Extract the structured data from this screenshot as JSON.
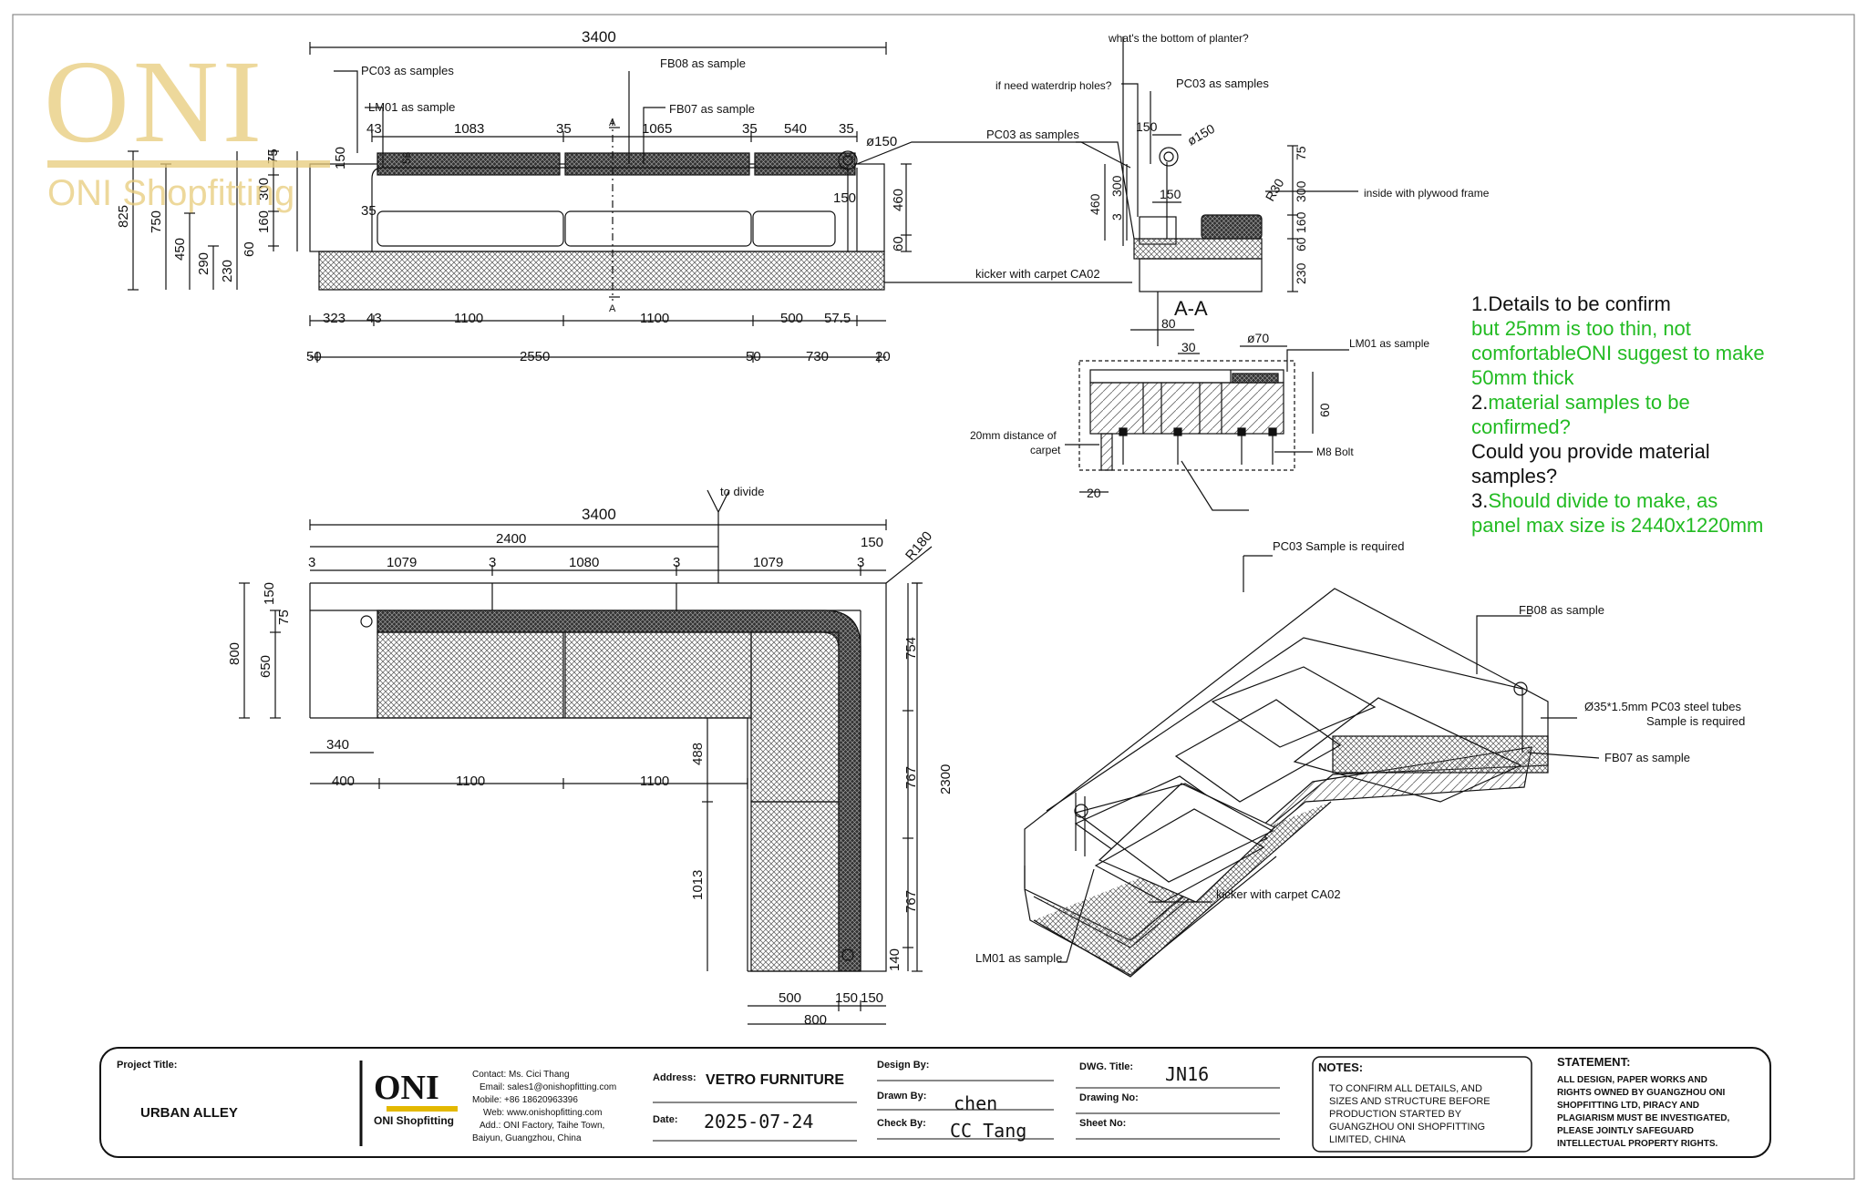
{
  "watermark": {
    "logo": "ONI",
    "sub": "ONI Shopfitting"
  },
  "top_view": {
    "overall": "3400",
    "pc03": "PC03  as samples",
    "lm01": "LM01 as sample",
    "fb08": "FB08 as sample",
    "fb07": "FB07 as sample",
    "d43": "43",
    "d1083": "1083",
    "d35a": "35",
    "d1065": "1065",
    "d35b": "35",
    "d540": "540",
    "d35c": "35",
    "phi150": "ø150",
    "sec_a": "A",
    "v825": "825",
    "v750": "750",
    "v450": "450",
    "v290": "290",
    "v230": "230",
    "v60": "60",
    "v75": "75",
    "v150": "150",
    "v300": "300",
    "v160": "160",
    "v58": "58",
    "v35": "35",
    "v460": "460",
    "v60b": "60",
    "v150b": "150",
    "b323": "323",
    "b43": "43",
    "b1100a": "1100",
    "b1100b": "1100",
    "b500": "500",
    "b575": "57.5",
    "c50a": "50",
    "c2550": "2550",
    "c50b": "50",
    "c730": "730",
    "c20": "20",
    "kicker": "kicker with  carpet CA02"
  },
  "section": {
    "question": "what's the bottom of planter?",
    "waterdrip": "if need waterdrip holes?",
    "pc03a": "PC03  as samples",
    "pc03b": "PC03  as samples",
    "plywood": "inside with plywood frame",
    "d150a": "150",
    "phi150": "ø150",
    "d150b": "150",
    "r30": "R30",
    "d460": "460",
    "d300": "300",
    "d3": "3",
    "d75": "75",
    "d300b": "300",
    "d160": "160",
    "d60": "60",
    "d230": "230",
    "d60b": "60",
    "title": "A-A",
    "d80": "80",
    "d30": "30",
    "phi70": "ø70",
    "lm01": "LM01 as sample",
    "d60c": "60",
    "carpet1": "20mm distance of",
    "carpet2": "carpet",
    "m8": "M8 Bolt",
    "d20": "20"
  },
  "notes": {
    "n1": "1.Details to be confirm",
    "n1g": "but 25mm is too thin, not comfortableONI suggest to make 50mm thick",
    "n2a": "2.",
    "n2g": "material samples to be confirmed?",
    "n2k": "Could you provide material samples?",
    "n3a": "3.",
    "n3g": "Should divide to make, as panel max size is 2440x1220mm"
  },
  "plan": {
    "divide": "to divide",
    "overall": "3400",
    "d2400": "2400",
    "d3a": "3",
    "d1079a": "1079",
    "d3b": "3",
    "d1080": "1080",
    "d3c": "3",
    "d1079b": "1079",
    "d3d": "3",
    "d150": "150",
    "r180": "R180",
    "v150": "150",
    "v75": "75",
    "v800": "800",
    "v650": "650",
    "d340": "340",
    "d400": "400",
    "d1100a": "1100",
    "d1100b": "1100",
    "d488": "488",
    "d1013": "1013",
    "d754": "754",
    "d767a": "767",
    "d767b": "767",
    "d2300": "2300",
    "d140": "140",
    "d500": "500",
    "d150b": "150",
    "d150c": "150",
    "d800": "800"
  },
  "iso": {
    "pc03": "PC03  Sample is required",
    "fb08": "FB08 as sample",
    "tubes": "Ø35*1.5mm  PC03 steel tubes",
    "tubes2": "Sample is required",
    "fb07": "FB07 as sample",
    "kicker": "kicker with  carpet CA02",
    "lm01": "LM01 as sample"
  },
  "title_block": {
    "project_label": "Project Title:",
    "project": "URBAN ALLEY",
    "logo": "ONI",
    "logo_sub": "ONI Shopfitting",
    "contact": "Contact:  Ms. Cici Thang",
    "email": "Email: sales1@onishopfitting.com",
    "mobile": "Mobile:  +86 18620963396",
    "web": "Web: www.onishopfitting.com",
    "add1": "Add.:  ONI Factory, Taihe Town,",
    "add2": "Baiyun, Guangzhou, China",
    "address_label": "Address:",
    "address": "VETRO FURNITURE",
    "date_label": "Date:",
    "date": "2025-07-24",
    "design_label": "Design By:",
    "drawn_label": "Drawn By:",
    "drawn": "chen",
    "check_label": "Check By:",
    "check": "CC Tang",
    "dwg_label": "DWG. Title:",
    "dwg": "JN16",
    "drawing_no_label": "Drawing No:",
    "sheet_no_label": "Sheet No:",
    "notes_label": "NOTES:",
    "notes1": "TO CONFIRM ALL DETAILS, AND",
    "notes2": "SIZES AND STRUCTURE BEFORE",
    "notes3": "PRODUCTION STARTED BY",
    "notes4": "GUANGZHOU ONI SHOPFITTING",
    "notes5": "LIMITED, CHINA",
    "statement_label": "STATEMENT:",
    "st1": "ALL DESIGN, PAPER WORKS AND",
    "st2": "RIGHTS OWNED BY GUANGZHOU ONI",
    "st3": "SHOPFITTING LTD, PIRACY AND",
    "st4": "PLAGIARISM MUST BE INVESTIGATED,",
    "st5": "PLEASE JOINTLY SAFEGUARD",
    "st6": "INTELLECTUAL PROPERTY RIGHTS."
  }
}
